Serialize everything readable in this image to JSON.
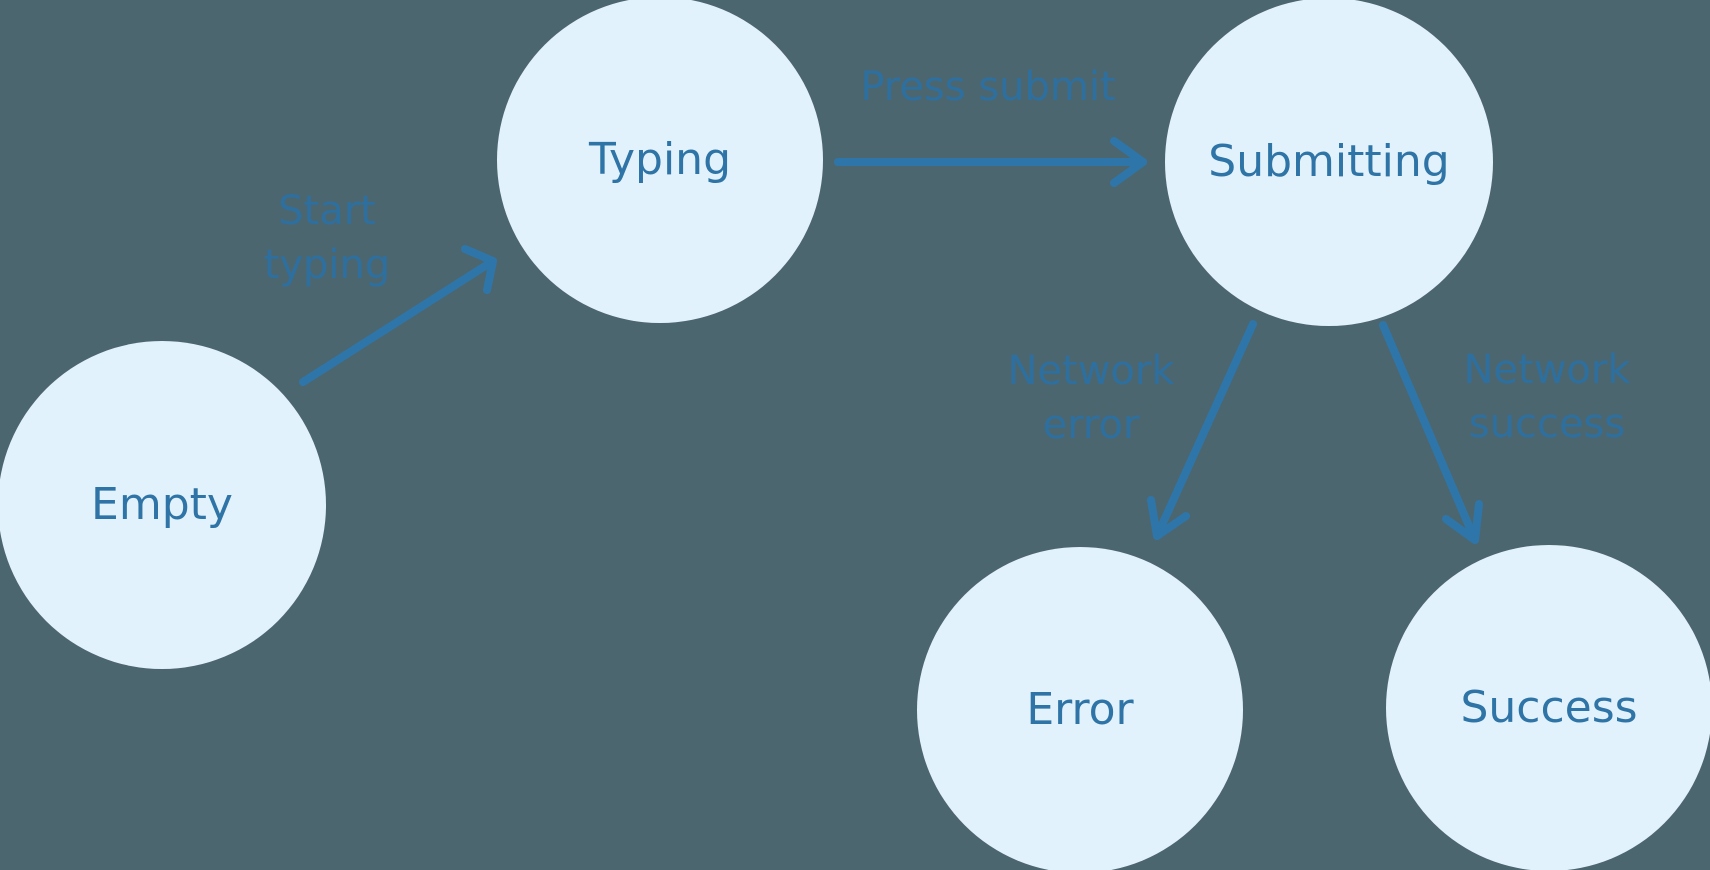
{
  "colors": {
    "background": "#4C6670",
    "node_fill": "#E2F2FC",
    "node_text": "#2E74A6",
    "arrow": "#2E76A9",
    "edge_label": "#2C70A2"
  },
  "nodes": [
    {
      "id": "empty",
      "label": "Empty"
    },
    {
      "id": "typing",
      "label": "Typing"
    },
    {
      "id": "submitting",
      "label": "Submitting"
    },
    {
      "id": "error",
      "label": "Error"
    },
    {
      "id": "success",
      "label": "Success"
    }
  ],
  "edges": [
    {
      "from": "empty",
      "to": "typing",
      "label": "Start typing"
    },
    {
      "from": "typing",
      "to": "submitting",
      "label": "Press submit"
    },
    {
      "from": "submitting",
      "to": "error",
      "label": "Network error"
    },
    {
      "from": "submitting",
      "to": "success",
      "label": "Network success"
    }
  ]
}
